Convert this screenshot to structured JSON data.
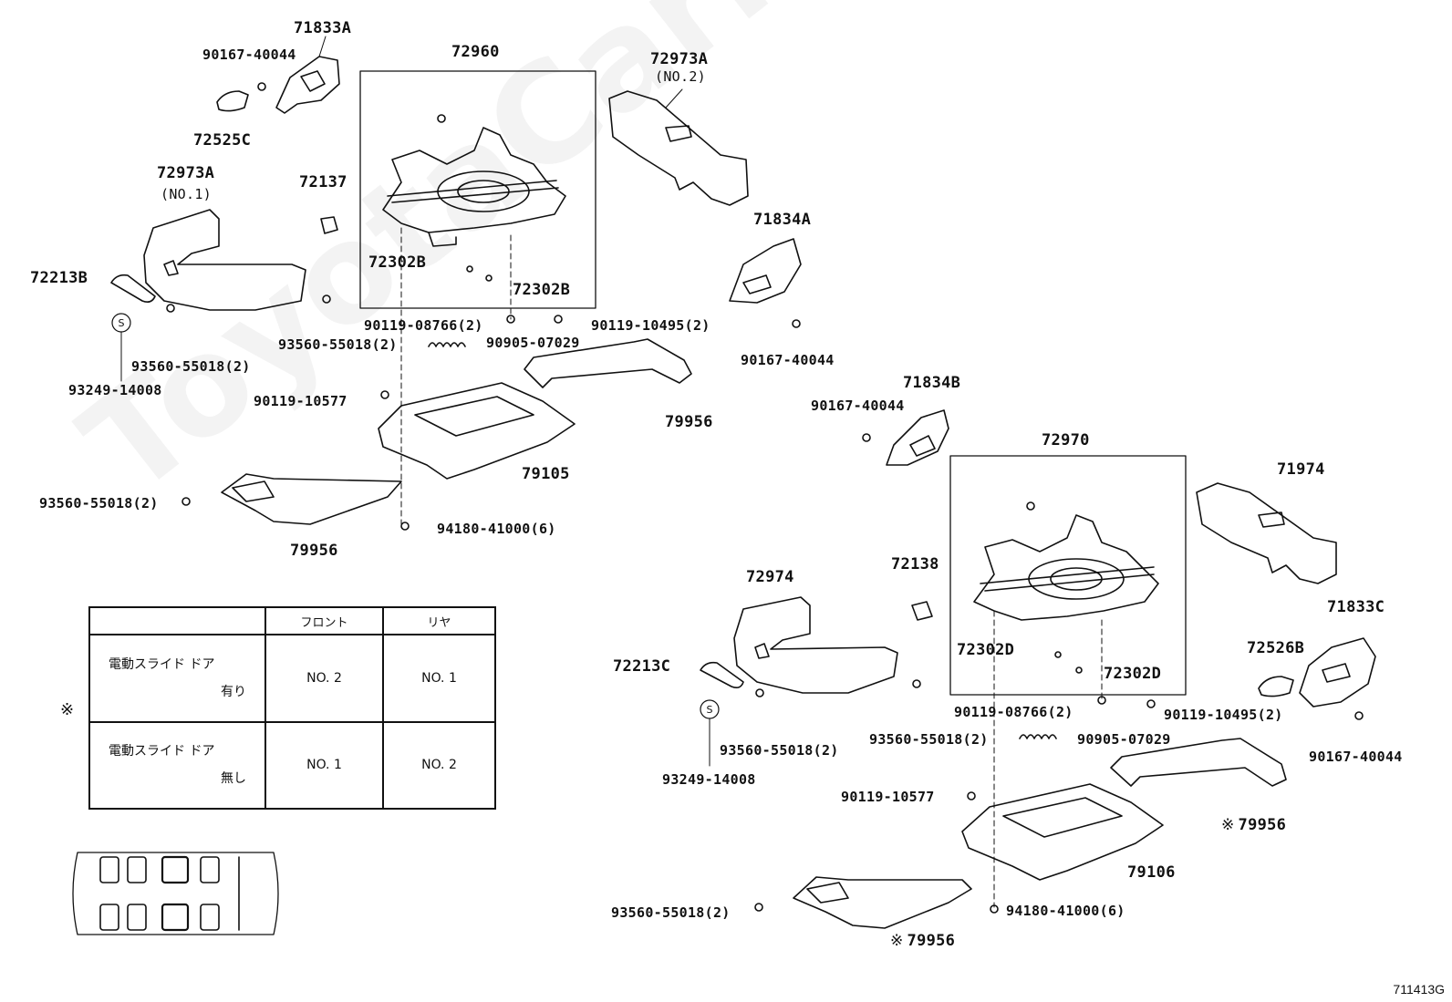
{
  "watermark": "ToyotaCarMine.ru",
  "diagram_ref": "711413G",
  "labels": {
    "p71833A": "71833A",
    "p90167_1": "90167-40044",
    "p72525C": "72525C",
    "p72960": "72960",
    "p72973A_1": "72973A",
    "p72973A_1n": "(NO.2)",
    "p72973A_2": "72973A",
    "p72973A_2n": "(NO.1)",
    "p72137": "72137",
    "p72302B_1": "72302B",
    "p72302B_2": "72302B",
    "p72213B": "72213B",
    "p93249_1": "93249-14008",
    "p93560_1": "93560-55018(2)",
    "p93560_2": "93560-55018(2)",
    "p90119_08766_1": "90119-08766(2)",
    "p90119_10495_1": "90119-10495(2)",
    "p90905_1": "90905-07029",
    "p71834A": "71834A",
    "p90167_2": "90167-40044",
    "p90119_10577_1": "90119-10577",
    "p79956_1": "79956",
    "p79105": "79105",
    "p93560_3": "93560-55018(2)",
    "p94180_1": "94180-41000(6)",
    "p79956_2": "79956",
    "p71834B": "71834B",
    "p90167_3": "90167-40044",
    "p72970": "72970",
    "p71974": "71974",
    "p72138": "72138",
    "p72974": "72974",
    "p72213C": "72213C",
    "p72302D_1": "72302D",
    "p72302D_2": "72302D",
    "p71833C": "71833C",
    "p72526B": "72526B",
    "p90119_08766_2": "90119-08766(2)",
    "p90119_10495_2": "90119-10495(2)",
    "p90167_4": "90167-40044",
    "p93560_4": "93560-55018(2)",
    "p93560_5": "93560-55018(2)",
    "p90905_2": "90905-07029",
    "p93249_2": "93249-14008",
    "p90119_10577_2": "90119-10577",
    "p79956_3": "79956",
    "p79106": "79106",
    "p93560_6": "93560-55018(2)",
    "p94180_2": "94180-41000(6)",
    "p79956_4": "79956",
    "s_symbol": "S"
  },
  "table": {
    "note_symbol": "※",
    "headers": [
      "",
      "フロント",
      "リヤ"
    ],
    "rows": [
      {
        "condition": "電動スライド ドア",
        "status": "有り",
        "front": "NO. 2",
        "rear": "NO. 1"
      },
      {
        "condition": "電動スライド ドア",
        "status": "無し",
        "front": "NO. 1",
        "rear": "NO. 2"
      }
    ]
  }
}
